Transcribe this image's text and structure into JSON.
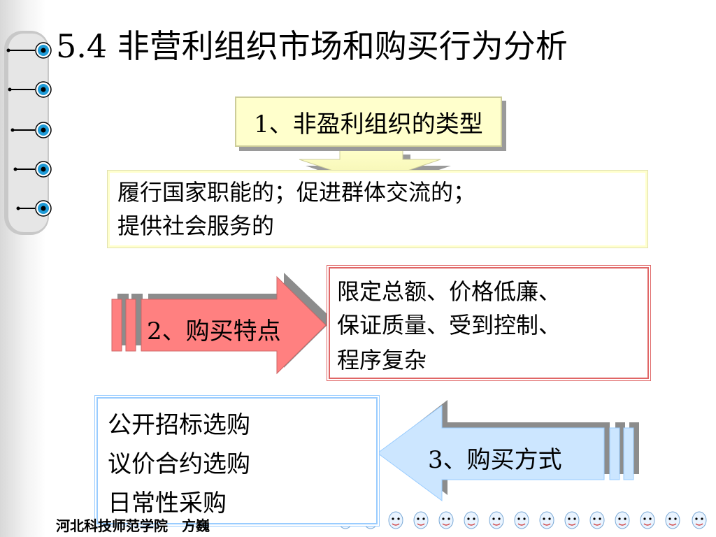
{
  "title": "5.4 非营利组织市场和购买行为分析",
  "section1": {
    "label": "1、非盈利组织的类型",
    "lines": [
      "履行国家职能的；促进群体交流的；",
      "提供社会服务的"
    ]
  },
  "section2": {
    "label": "2、购买特点",
    "lines": [
      "限定总额、价格低廉、",
      "保证质量、受到控制、",
      "程序复杂"
    ]
  },
  "section3": {
    "label": "3、购买方式",
    "lines": [
      "公开招标选购",
      "议价合约选购",
      "日常性采购"
    ]
  },
  "footer": "河北科技师范学院　方巍",
  "colors": {
    "box1_fill": "#ffffcc",
    "arrow2_fill": "#ff8080",
    "arrow3_fill": "#cce6ff",
    "box3_border": "#e06666",
    "box4_border": "#99ccff"
  },
  "icons": {
    "bullets": "eye-bullet-icon",
    "decoration": "face-icon"
  }
}
